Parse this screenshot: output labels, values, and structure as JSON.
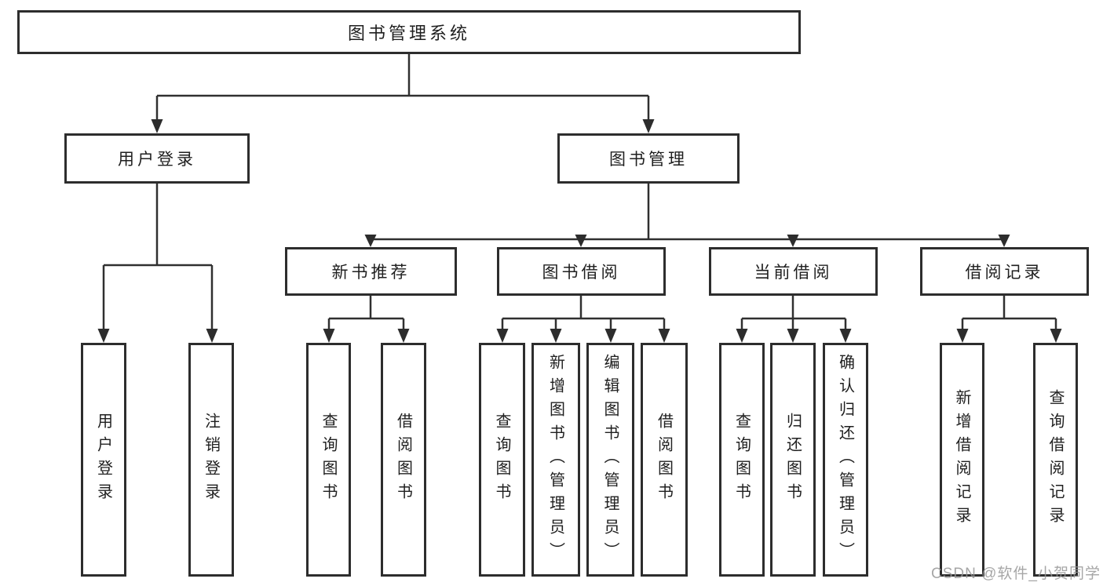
{
  "diagram": {
    "type": "hierarchy-tree",
    "colors": {
      "line": "#303030",
      "box_border": "#2d2d2d",
      "box_fill": "#ffffff",
      "text": "#1f1f1f",
      "watermark": "#969696"
    },
    "tree": {
      "label": "图书管理系统",
      "children": [
        {
          "label": "用户登录",
          "children": [
            {
              "label": "用户登录"
            },
            {
              "label": "注销登录"
            }
          ]
        },
        {
          "label": "图书管理",
          "children": [
            {
              "label": "新书推荐",
              "children": [
                {
                  "label": "查询图书"
                },
                {
                  "label": "借阅图书"
                }
              ]
            },
            {
              "label": "图书借阅",
              "children": [
                {
                  "label": "查询图书"
                },
                {
                  "label": "新增图书（管理员）"
                },
                {
                  "label": "编辑图书（管理员）"
                },
                {
                  "label": "借阅图书"
                }
              ]
            },
            {
              "label": "当前借阅",
              "children": [
                {
                  "label": "查询图书"
                },
                {
                  "label": "归还图书"
                },
                {
                  "label": "确认归还（管理员）"
                }
              ]
            },
            {
              "label": "借阅记录",
              "children": [
                {
                  "label": "新增借阅记录"
                },
                {
                  "label": "查询借阅记录"
                }
              ]
            }
          ]
        }
      ]
    }
  },
  "watermark": {
    "text": "CSDN @软件_小贺同学"
  }
}
